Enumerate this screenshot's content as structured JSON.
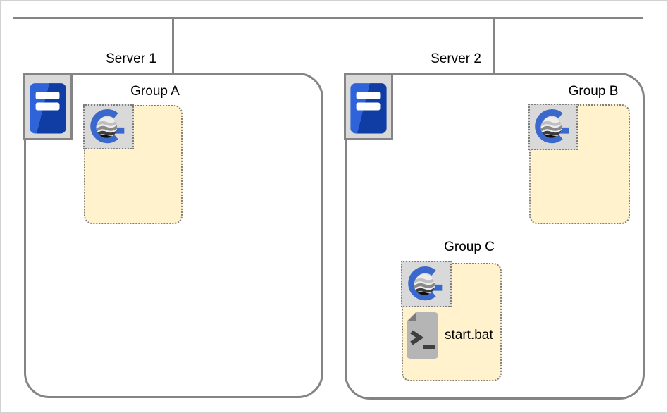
{
  "diagram_title": "",
  "colors": {
    "connector_gray": "#848484",
    "group_fill": "#fff2cc",
    "chip_fill": "#d9d9d9",
    "dotted_border": "#7e7e7e",
    "logo_blue": "#3a68cc",
    "server_blue_light": "#2e63da",
    "server_blue_dark": "#0f3da3",
    "file_gray": "#b5b5b5"
  },
  "servers": [
    {
      "label": "Server 1",
      "groups": [
        {
          "label": "Group A",
          "files": []
        }
      ]
    },
    {
      "label": "Server 2",
      "groups": [
        {
          "label": "Group B",
          "files": []
        },
        {
          "label": "Group C",
          "files": [
            {
              "name": "start.bat"
            }
          ]
        }
      ]
    }
  ]
}
